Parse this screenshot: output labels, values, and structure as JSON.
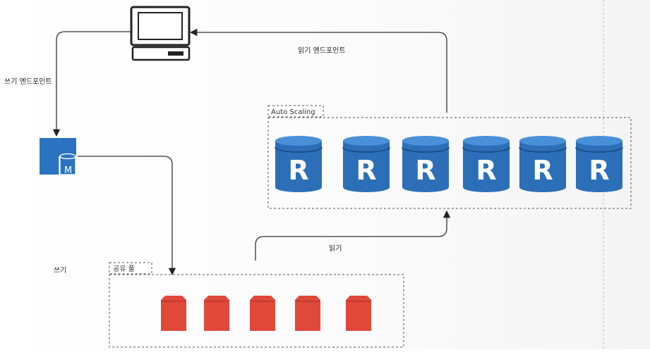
{
  "labels": {
    "write_endpoint": "쓰기 엔드포인트",
    "read_endpoint": "읽기 엔드포인트",
    "read": "읽기",
    "write": "쓰기"
  },
  "groups": {
    "auto_scaling": "Auto Scaling",
    "shared_pool": "공유 풀"
  },
  "master": {
    "letter": "M"
  },
  "replicas": [
    {
      "letter": "R"
    },
    {
      "letter": "R"
    },
    {
      "letter": "R"
    },
    {
      "letter": "R"
    },
    {
      "letter": "R"
    },
    {
      "letter": "R"
    }
  ],
  "storage_volumes": [
    {
      "id": 1
    },
    {
      "id": 2
    },
    {
      "id": 3
    },
    {
      "id": 4
    },
    {
      "id": 5
    }
  ],
  "colors": {
    "replica_blue": "#2c6fb8",
    "replica_dark": "#1b4f8a",
    "replica_top": "#4a90d9",
    "master_blue": "#2b73c0",
    "storage_red": "#e0493a",
    "storage_dark": "#b8352a",
    "line": "#333333"
  }
}
